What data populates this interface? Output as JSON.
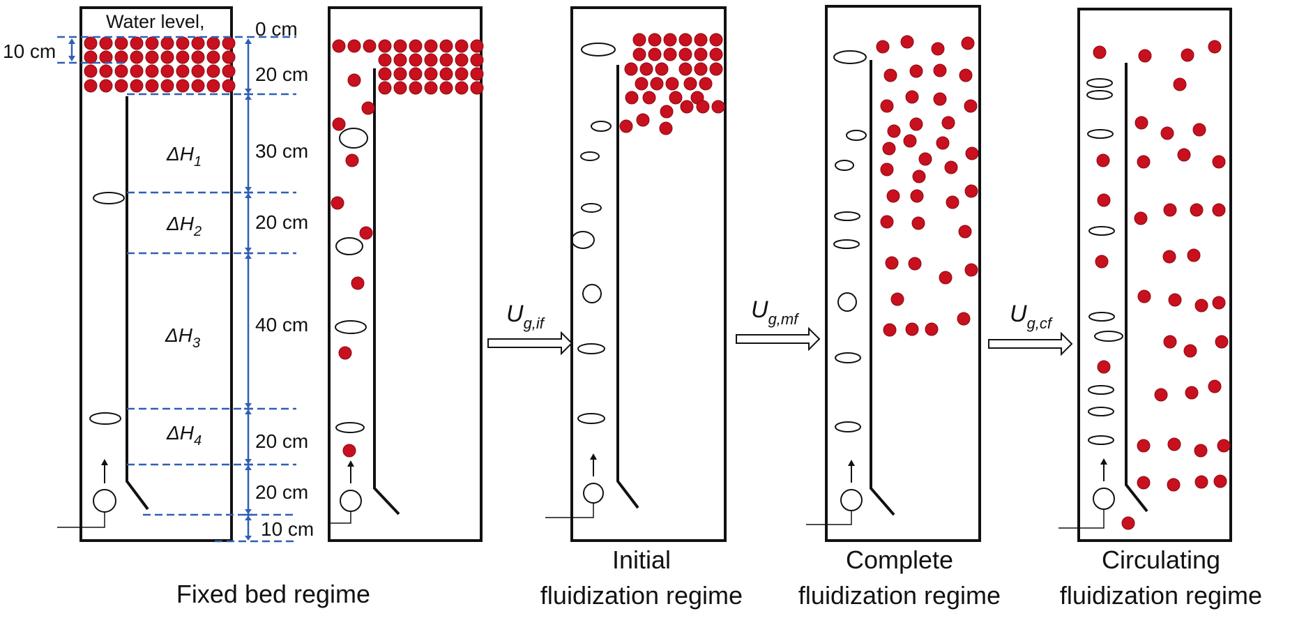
{
  "colors": {
    "particle": "#c8101e",
    "particle_edge": "#8a0a12",
    "dim_line": "#2f5fb3",
    "ink": "#111111"
  },
  "water_level_label": "Water level,",
  "dimension_labels": [
    "0 cm",
    "20 cm",
    "30 cm",
    "20 cm",
    "40 cm",
    "20 cm",
    "20 cm",
    "10 cm",
    "10 cm"
  ],
  "section_labels": [
    {
      "base": "ΔH",
      "sub": "1"
    },
    {
      "base": "ΔH",
      "sub": "2"
    },
    {
      "base": "ΔH",
      "sub": "3"
    },
    {
      "base": "ΔH",
      "sub": "4"
    }
  ],
  "velocity_labels": [
    {
      "base": "U",
      "sub": "g,if"
    },
    {
      "base": "U",
      "sub": "g,mf"
    },
    {
      "base": "U",
      "sub": "g,cf"
    }
  ],
  "captions": [
    {
      "lines": [
        "Fixed bed regime"
      ]
    },
    {
      "lines": [
        "Initial",
        "fluidization regime"
      ]
    },
    {
      "lines": [
        "Complete",
        "fluidization regime"
      ]
    },
    {
      "lines": [
        "Circulating",
        "fluidization regime"
      ]
    }
  ]
}
